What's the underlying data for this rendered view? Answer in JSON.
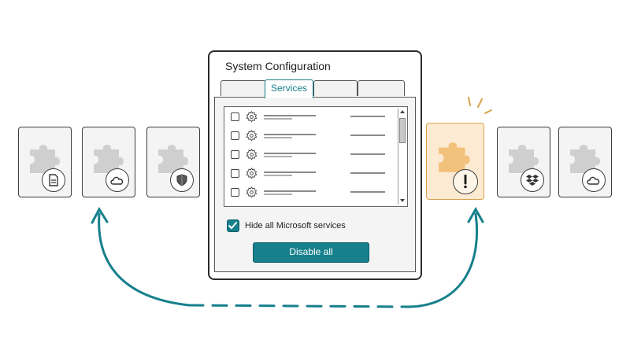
{
  "dialog": {
    "title": "System Configuration",
    "tabs": [
      {
        "label": ""
      },
      {
        "label": "Services",
        "active": true
      },
      {
        "label": ""
      },
      {
        "label": ""
      }
    ],
    "services_list": {
      "row_count": 5,
      "rows_checked": [
        false,
        false,
        false,
        false,
        false
      ]
    },
    "hide_microsoft": {
      "label": "Hide all Microsoft services",
      "checked": true
    },
    "disable_all_label": "Disable all"
  },
  "plugins": [
    {
      "badge": "document-icon"
    },
    {
      "badge": "cloud-icon"
    },
    {
      "badge": "shield-icon"
    },
    {
      "badge": "warning-icon",
      "highlighted": true
    },
    {
      "badge": "dropbox-icon"
    },
    {
      "badge": "cloud-icon"
    }
  ],
  "colors": {
    "accent": "#16808c",
    "highlight": "#fcebd2",
    "highlight_border": "#d9a24a",
    "outline": "#3c3c3c"
  }
}
